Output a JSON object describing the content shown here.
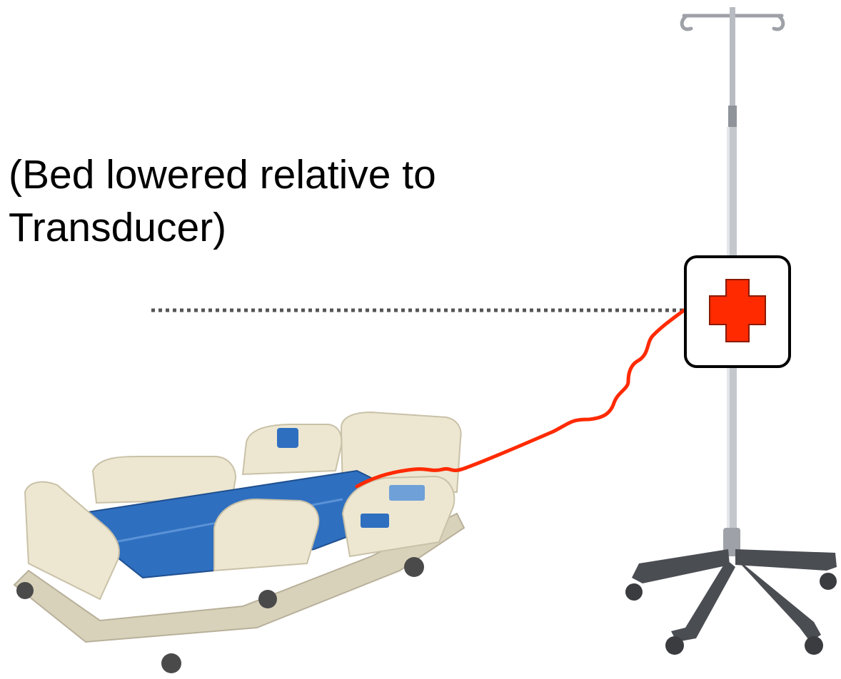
{
  "caption": {
    "line1": "(Bed lowered relative to",
    "line2": "Transducer)"
  },
  "colors": {
    "background": "#ffffff",
    "text": "#000000",
    "pressure_tubing": "#ff2a00",
    "transducer_cross": "#ff2a00",
    "transducer_box_border": "#000000",
    "reference_line": "#555555",
    "mattress": "#2f6fc0",
    "bed_frame": "#e9e3cf",
    "iv_pole": "#b8bcc2",
    "iv_base": "#4a4d52"
  },
  "icons": {
    "transducer": "red-cross-icon",
    "bed": "hospital-bed",
    "pole": "iv-pole"
  }
}
